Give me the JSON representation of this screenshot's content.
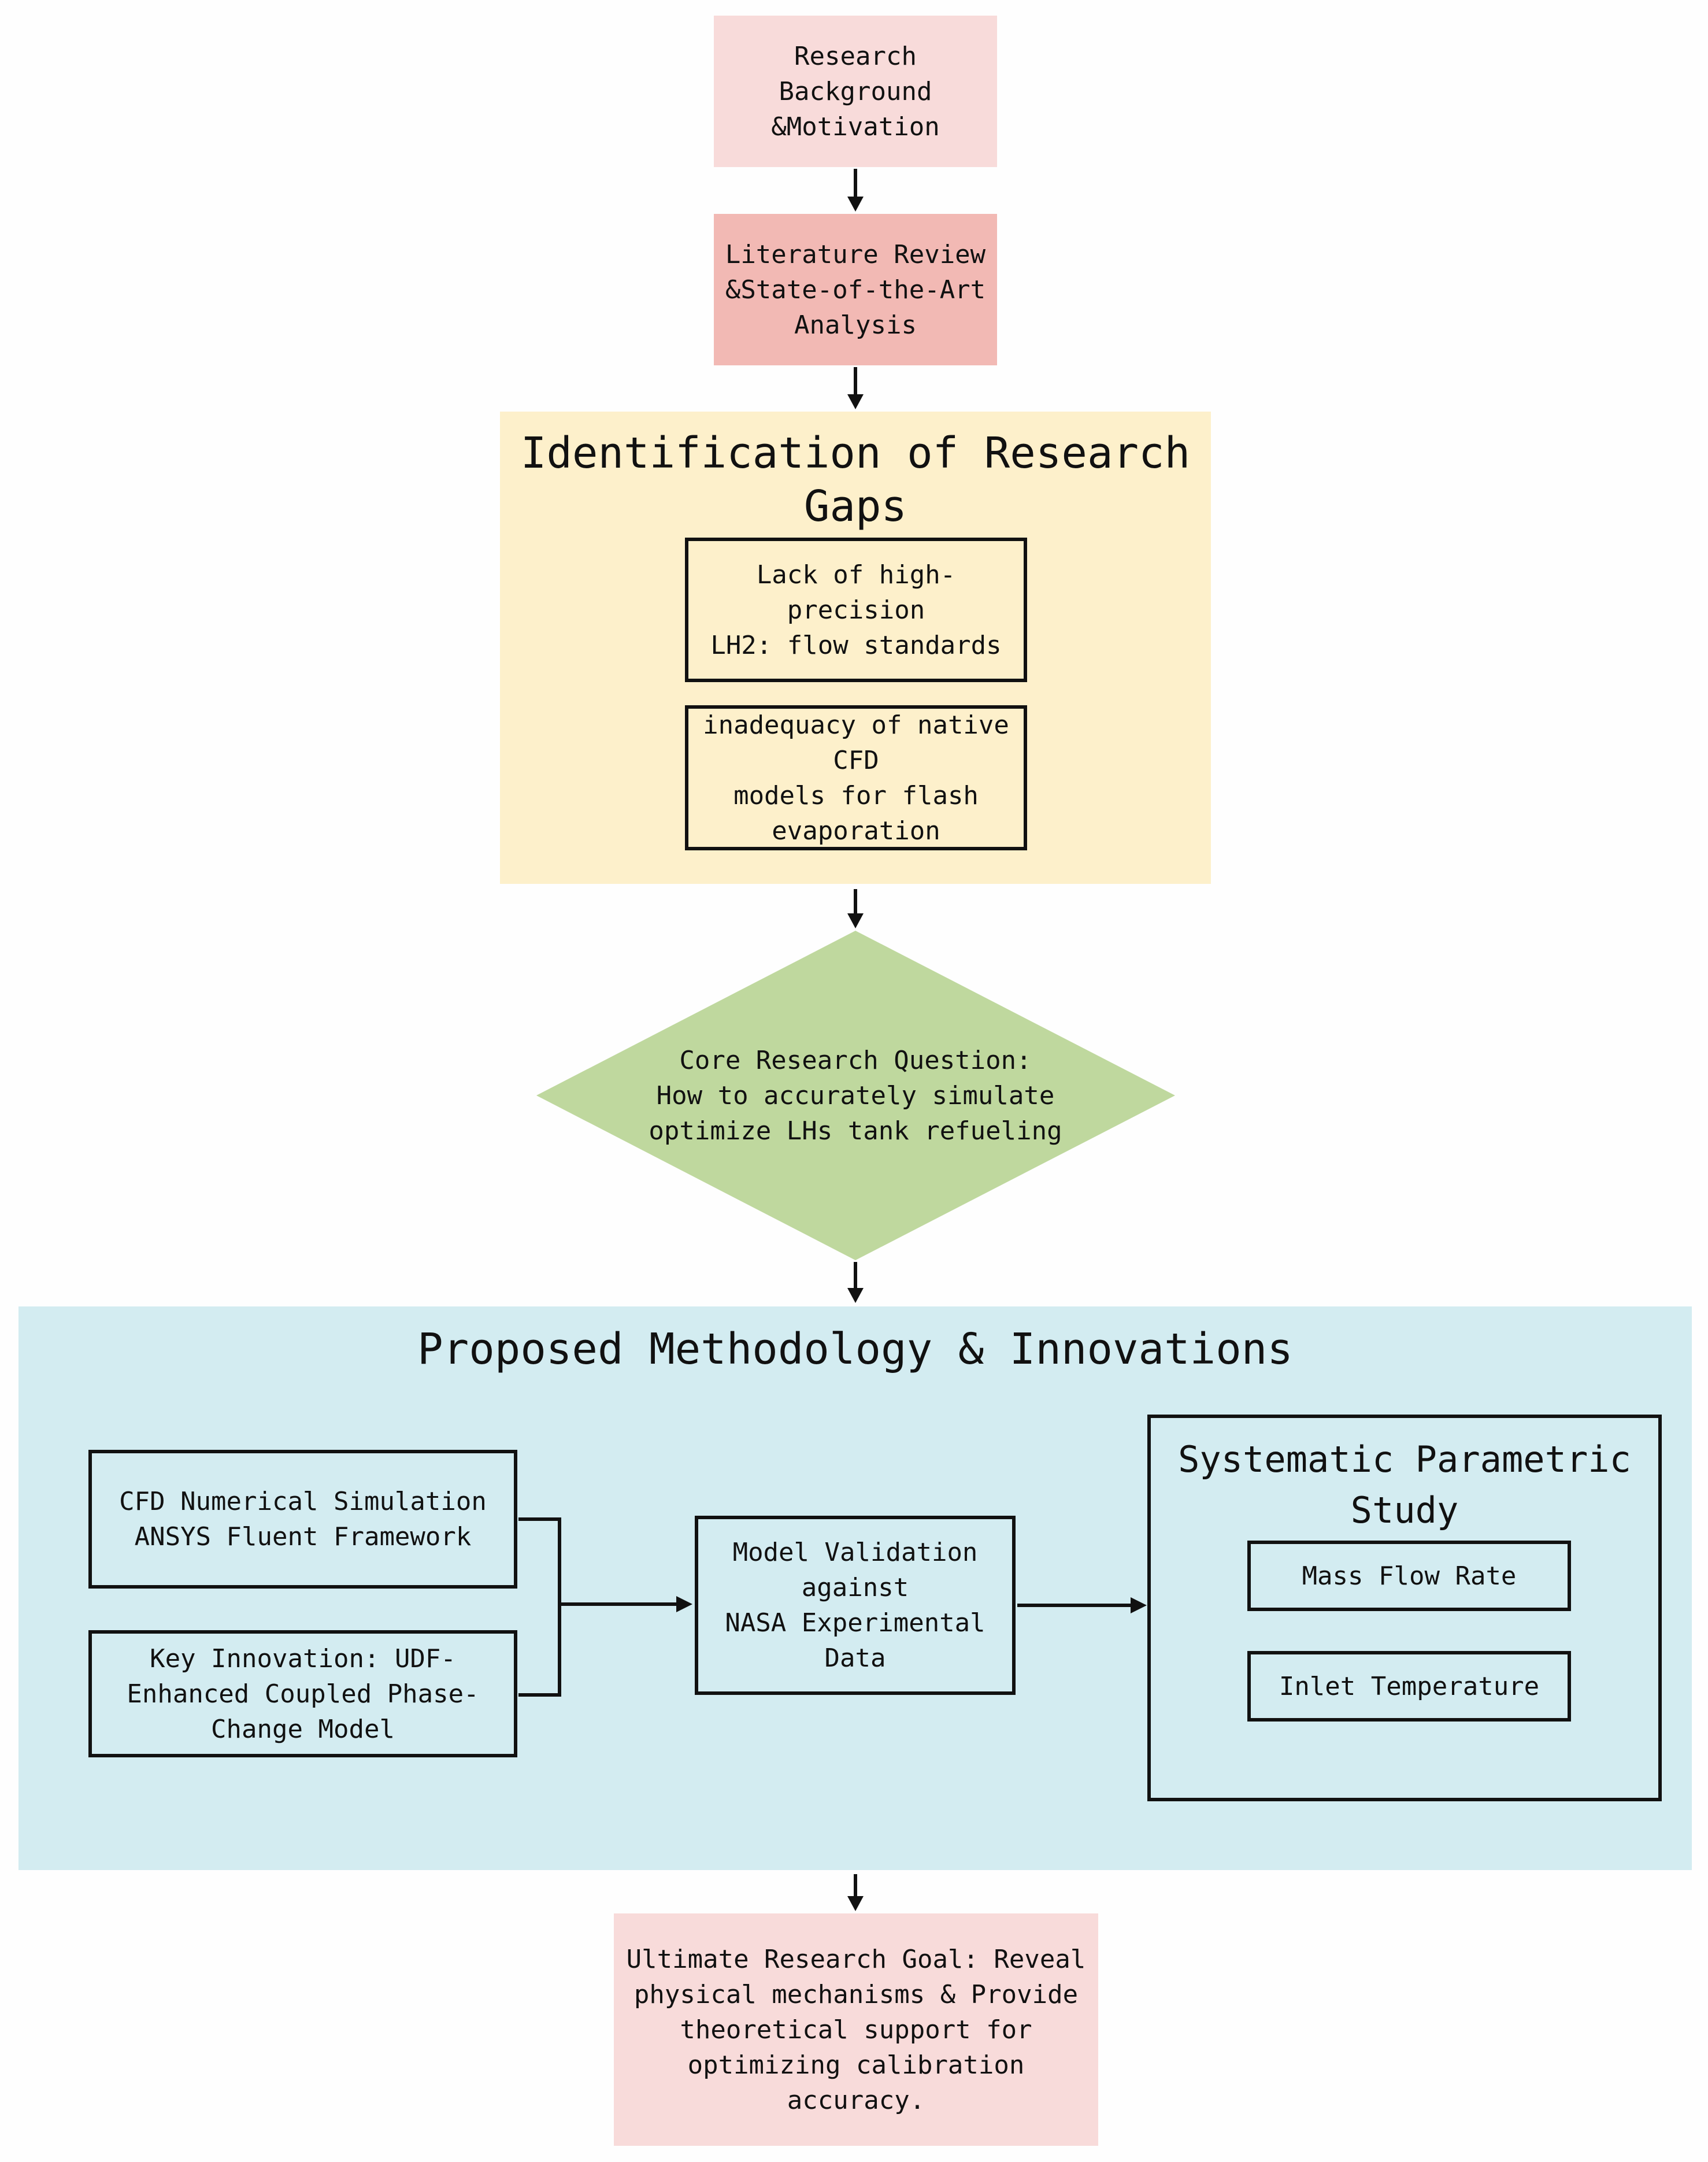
{
  "nodes": {
    "background": {
      "lines": [
        "Research",
        "Background",
        "&Motivation"
      ],
      "fill": "#f8dbda"
    },
    "literature": {
      "lines": [
        "Literature Review",
        "&State-of-the-Art",
        "Analysis"
      ],
      "fill": "#f2b9b4"
    },
    "gaps": {
      "title_lines": [
        "Identification of Research",
        "Gaps"
      ],
      "fill": "#fdf0cb",
      "items": [
        {
          "lines": [
            "Lack of high-",
            "precision",
            "LH2: flow standards"
          ]
        },
        {
          "lines": [
            "inadequacy of native",
            "CFD",
            "models for flash",
            "evaporation"
          ]
        }
      ]
    },
    "question": {
      "lines": [
        "Core Research Question:",
        "How to accurately simulate",
        "optimize LHs tank refueling"
      ],
      "fill": "#bfd89e"
    },
    "methodology": {
      "title": "Proposed Methodology & Innovations",
      "fill": "#d3ecf1",
      "cfd": {
        "lines": [
          "CFD Numerical Simulation",
          "ANSYS Fluent Framework"
        ]
      },
      "innovation": {
        "lines": [
          "Key Innovation: UDF-",
          "Enhanced Coupled Phase-",
          "Change Model"
        ]
      },
      "validation": {
        "lines": [
          "Model Validation",
          "against",
          "NASA Experimental",
          "Data"
        ]
      },
      "parametric": {
        "title_lines": [
          "Systematic Parametric",
          "Study"
        ],
        "items": [
          "Mass Flow Rate",
          "Inlet Temperature"
        ]
      }
    },
    "goal": {
      "lines": [
        "Ultimate Research Goal: Reveal",
        "physical mechanisms & Provide",
        "theoretical support for",
        "optimizing calibration",
        "accuracy."
      ],
      "fill": "#f8dbda"
    }
  }
}
